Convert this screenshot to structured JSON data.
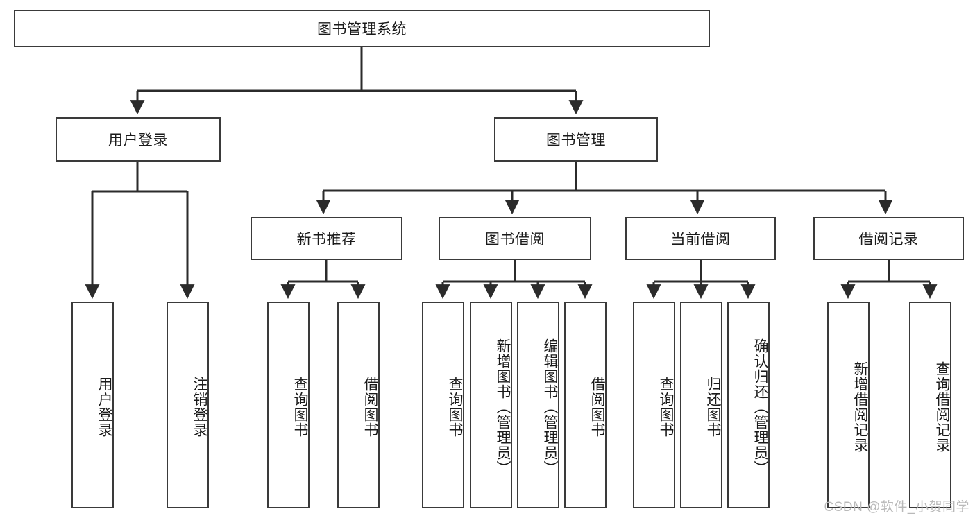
{
  "diagram": {
    "title": "图书管理系统",
    "type": "tree-hierarchy",
    "colors": {
      "box_border": "#3a3a3a",
      "box_fill": "#ffffff",
      "edge": "#2b2b2b",
      "text": "#1a1a1a",
      "watermark": "#b9b9b9"
    },
    "watermark": "CSDN @软件_小贺同学"
  },
  "nodes": {
    "root": {
      "label": "图书管理系统"
    },
    "level2": [
      {
        "label": "用户登录"
      },
      {
        "label": "图书管理"
      }
    ],
    "level3": [
      {
        "label": "新书推荐"
      },
      {
        "label": "图书借阅"
      },
      {
        "label": "当前借阅"
      },
      {
        "label": "借阅记录"
      }
    ],
    "leaves": {
      "user_login": [
        {
          "label": "用户登录"
        },
        {
          "label": "注销登录"
        }
      ],
      "new_book_recommend": [
        {
          "label": "查询图书"
        },
        {
          "label": "借阅图书"
        }
      ],
      "book_borrow": [
        {
          "label": "查询图书"
        },
        {
          "label": "新增图书（管理员）"
        },
        {
          "label": "编辑图书（管理员）"
        },
        {
          "label": "借阅图书"
        }
      ],
      "current_borrow": [
        {
          "label": "查询图书"
        },
        {
          "label": "归还图书"
        },
        {
          "label": "确认归还（管理员）"
        }
      ],
      "borrow_record": [
        {
          "label": "新增借阅记录"
        },
        {
          "label": "查询借阅记录"
        }
      ]
    }
  }
}
